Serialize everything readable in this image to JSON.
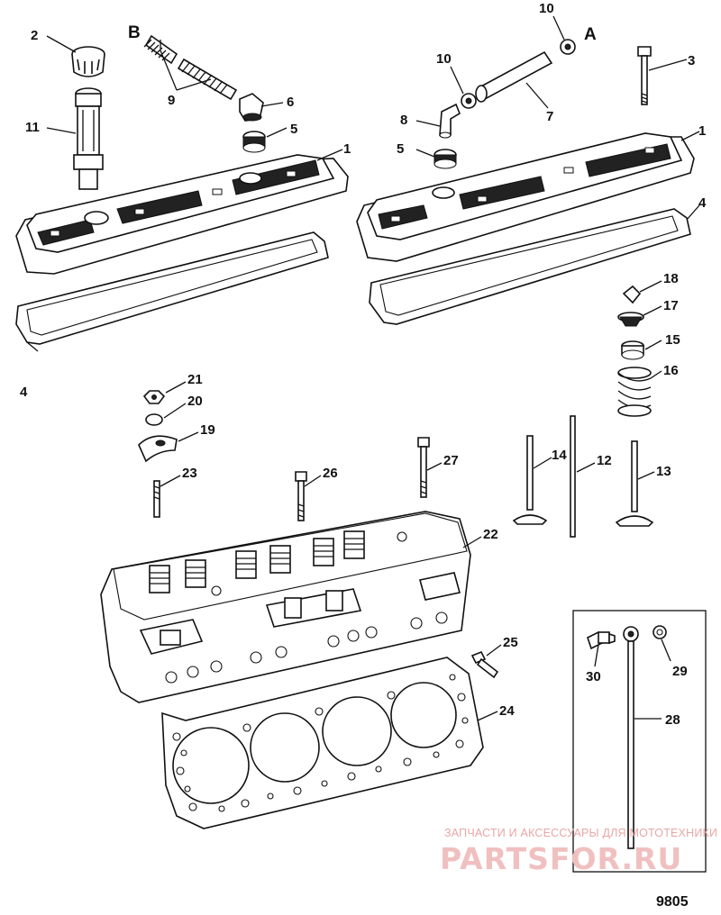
{
  "diagram": {
    "callouts": {
      "p1a": "1",
      "p1b": "1",
      "p2": "2",
      "p3": "3",
      "p4a": "4",
      "p4b": "4",
      "p5a": "5",
      "p5b": "5",
      "p6": "6",
      "p7": "7",
      "p8": "8",
      "p9": "9",
      "p10a": "10",
      "p10b": "10",
      "p11": "11",
      "p12": "12",
      "p13": "13",
      "p14": "14",
      "p15": "15",
      "p16": "16",
      "p17": "17",
      "p18": "18",
      "p19": "19",
      "p20": "20",
      "p21": "21",
      "p22": "22",
      "p23": "23",
      "p24": "24",
      "p25": "25",
      "p26": "26",
      "p27": "27",
      "p28": "28",
      "p29": "29",
      "p30": "30"
    },
    "refs": {
      "a": "A",
      "b": "B"
    },
    "code": "9805"
  },
  "watermark": {
    "tagline": "ЗАПЧАСТИ И АКСЕССУАРЫ ДЛЯ МОТОТЕХНИКИ",
    "brand": "PARTSFOR.RU"
  }
}
